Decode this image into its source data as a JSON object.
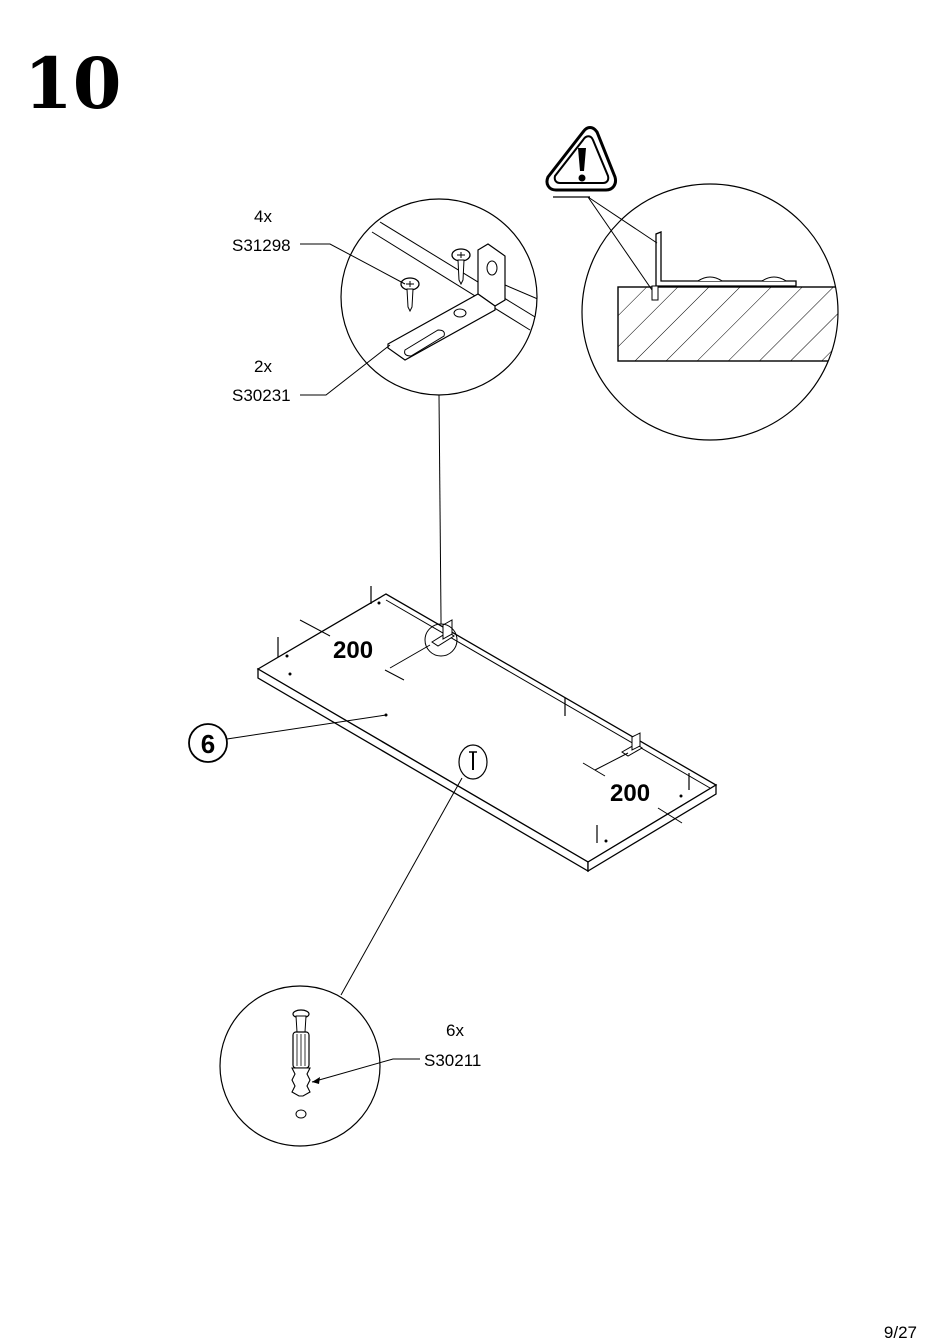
{
  "step_number": "10",
  "page_number": "9/27",
  "part_number": "6",
  "callouts": {
    "screw": {
      "qty": "4x",
      "code": "S31298"
    },
    "bracket": {
      "qty": "2x",
      "code": "S30231"
    },
    "dowel": {
      "qty": "6x",
      "code": "S30211"
    }
  },
  "dimensions": {
    "left": "200",
    "right": "200"
  },
  "icons": {
    "warning": "warning-icon"
  }
}
